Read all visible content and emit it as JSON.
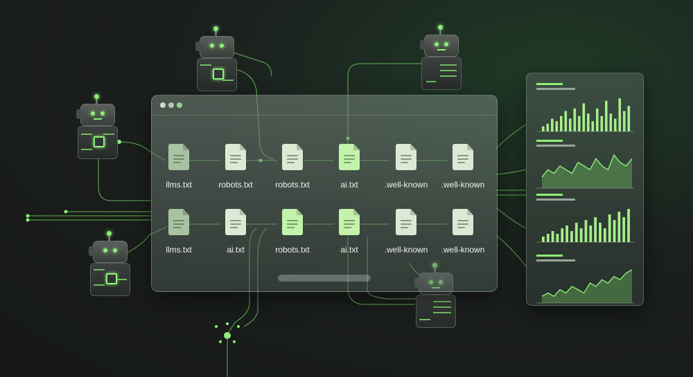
{
  "files_row1": [
    {
      "name": "llms.txt",
      "tone": "mid"
    },
    {
      "name": "robots.txt",
      "tone": "light"
    },
    {
      "name": "robots.txt",
      "tone": "light"
    },
    {
      "name": "ai.txt",
      "tone": "green"
    },
    {
      "name": ".well-known",
      "tone": "light"
    },
    {
      "name": ".well-known",
      "tone": "light"
    }
  ],
  "files_row2": [
    {
      "name": "llms.txt",
      "tone": "mid"
    },
    {
      "name": "ai.txt",
      "tone": "light"
    },
    {
      "name": "robots.txt",
      "tone": "green"
    },
    {
      "name": "ai.txt",
      "tone": "green"
    },
    {
      "name": ".well-known",
      "tone": "light"
    },
    {
      "name": ".well-known",
      "tone": "light"
    }
  ],
  "colors": {
    "accent": "#8ef07a",
    "doc_light": "#dbe9d5",
    "doc_green": "#c3f2ab",
    "doc_mid": "#a9c3a2"
  },
  "chart_data": [
    {
      "type": "bar",
      "values": [
        2,
        3,
        5,
        4,
        6,
        8,
        5,
        9,
        6,
        11,
        7,
        4,
        9,
        6,
        12,
        7,
        5,
        13,
        8,
        10
      ]
    },
    {
      "type": "area",
      "values": [
        3,
        5,
        4,
        6,
        5,
        4,
        7,
        6,
        5,
        8,
        6,
        5,
        9,
        7,
        6,
        8
      ]
    },
    {
      "type": "bar",
      "values": [
        2,
        3,
        4,
        3,
        5,
        6,
        4,
        7,
        5,
        8,
        6,
        9,
        7,
        5,
        10,
        8,
        11,
        9,
        12
      ]
    },
    {
      "type": "area",
      "values": [
        2,
        3,
        2,
        4,
        3,
        5,
        4,
        3,
        6,
        5,
        7,
        6,
        8,
        7,
        9,
        10
      ]
    }
  ]
}
